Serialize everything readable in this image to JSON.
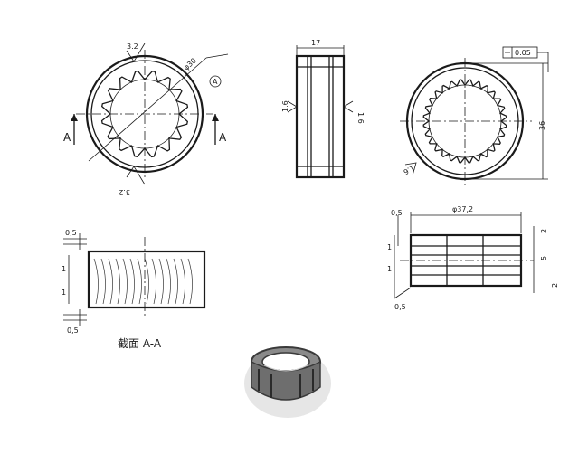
{
  "drawing": {
    "front_view": {
      "surface_finish": "3.2",
      "surface_finish_rotated": "3.2",
      "diameter_callout": "φ30",
      "datum": "A",
      "section_mark_left": "A",
      "section_mark_right": "A"
    },
    "side_view": {
      "width_dim": "17",
      "finish_left": "1.6",
      "finish_right": "1.6"
    },
    "right_view": {
      "tolerance_frame": "0.05",
      "outer_dim": "36",
      "finish": "1.6"
    },
    "section_view": {
      "top_offset": "0,5",
      "bottom_offset": "0,5",
      "label": "截面  A-A",
      "dim_1a": "1",
      "dim_1b": "1"
    },
    "detail_view": {
      "diameter_dim": "φ37,2",
      "offset": "0,5",
      "offset_bottom": "0,5",
      "dim_2a": "2",
      "dim_5": "5",
      "dim_2b": "2",
      "dim_1a": "1",
      "dim_1b": "1"
    }
  },
  "colors": {
    "ink": "#1a1a1a",
    "paper": "#ffffff",
    "photo_dark": "#3a3a3a",
    "photo_mid": "#8a8a8a"
  }
}
